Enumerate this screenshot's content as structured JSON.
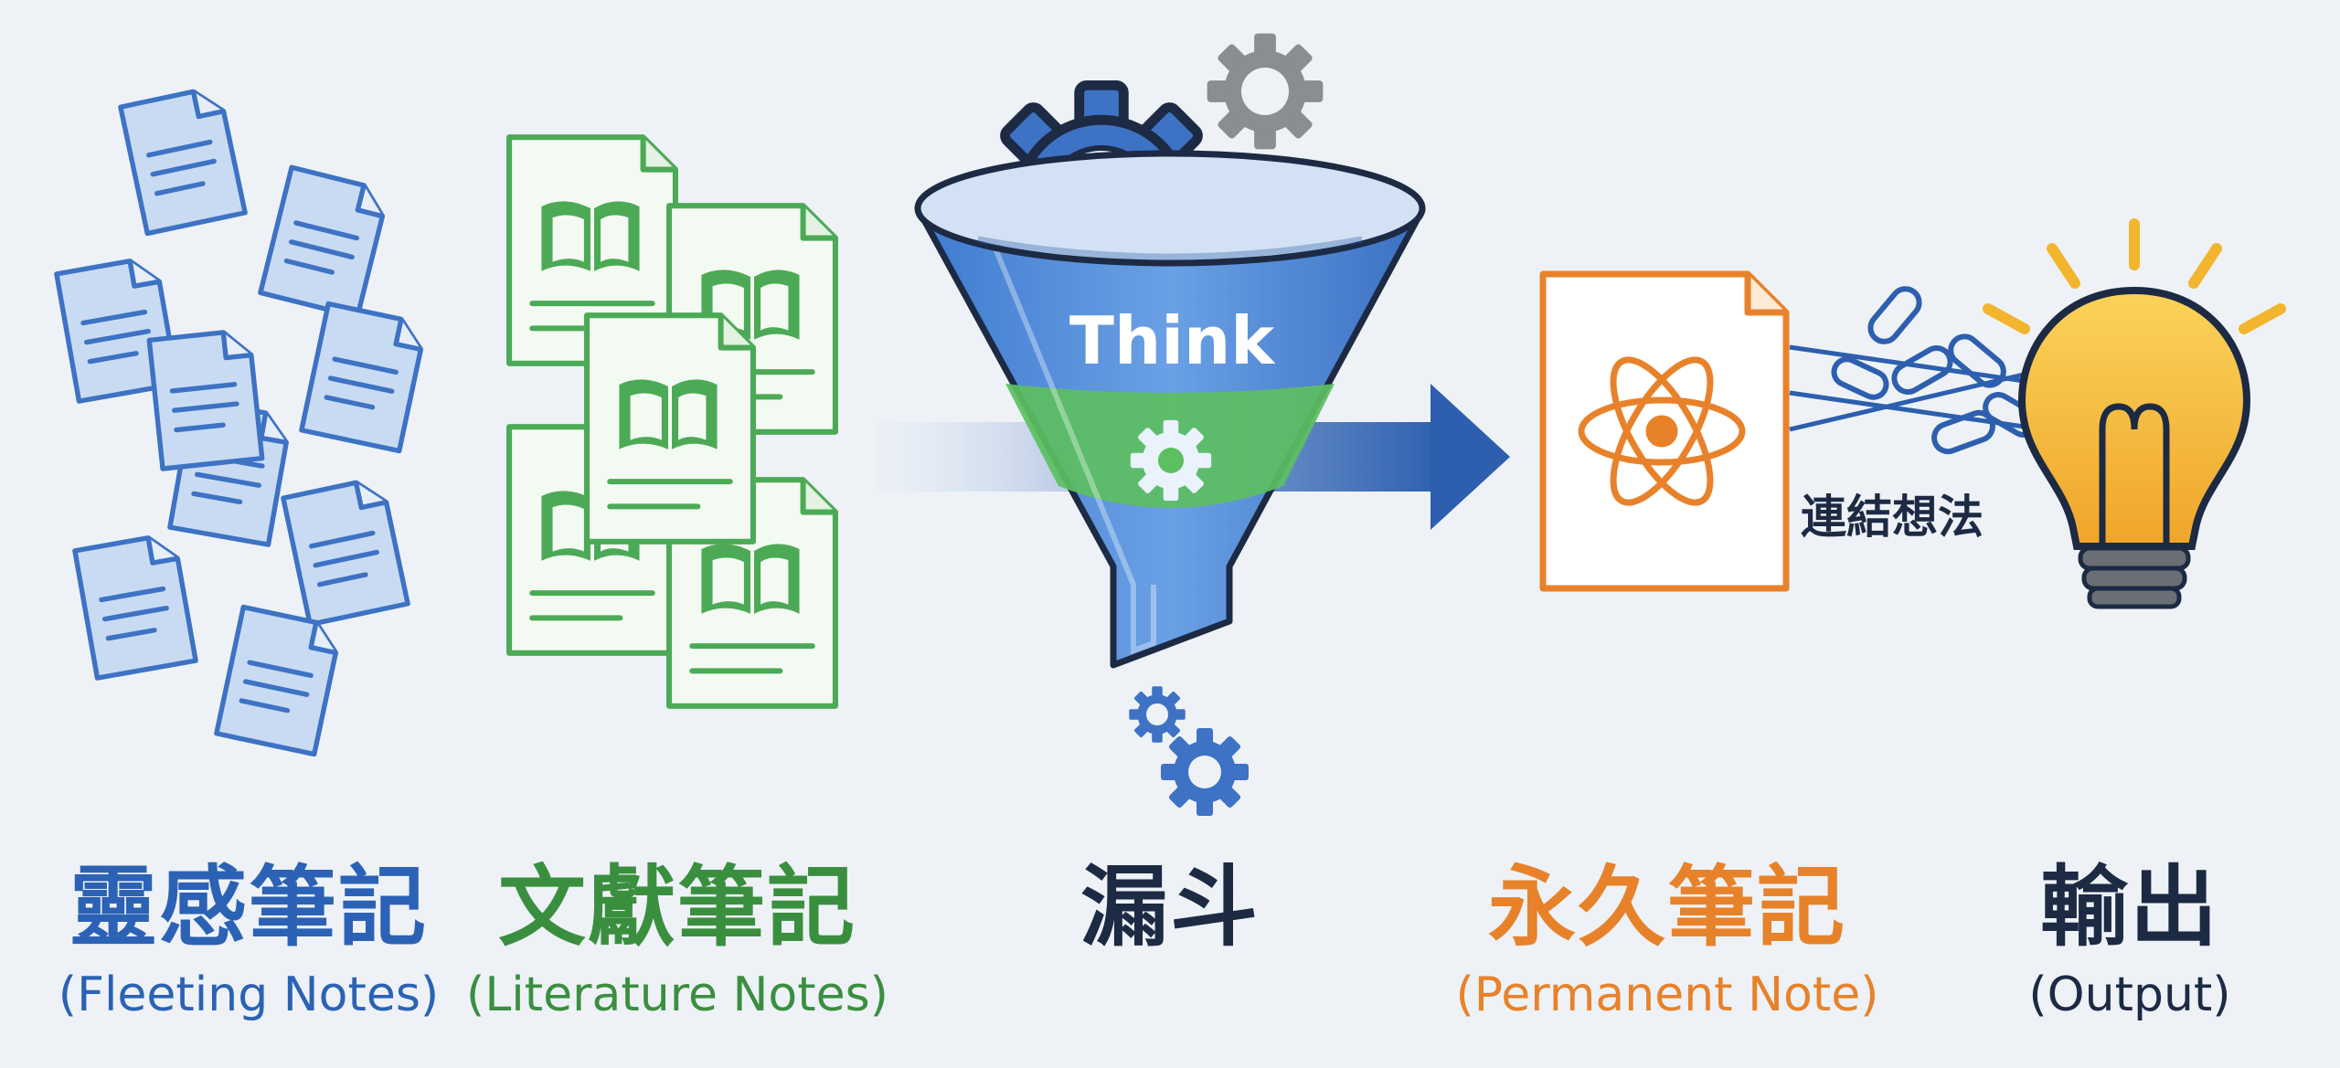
{
  "funnel_text": "Think",
  "link_label": "連結想法",
  "captions": [
    {
      "zh": "靈感筆記",
      "en": "(Fleeting Notes)"
    },
    {
      "zh": "文獻筆記",
      "en": "(Literature Notes)"
    },
    {
      "zh": "漏斗",
      "en": ""
    },
    {
      "zh": "永久筆記",
      "en": "(Permanent Note)"
    },
    {
      "zh": "輸出",
      "en": "(Output)"
    }
  ],
  "colors": {
    "fleeting": "#2b62b5",
    "literature": "#3a8f3f",
    "funnel": "#1c2a44",
    "permanent": "#e8822a",
    "output": "#1c2a44",
    "arrow": "#2d5fae",
    "bulb": "#f3b52d"
  },
  "icons": [
    "note-page-icon",
    "book-page-icon",
    "gear-icon",
    "funnel-icon",
    "atom-icon",
    "chain-link-icon",
    "lightbulb-icon"
  ]
}
